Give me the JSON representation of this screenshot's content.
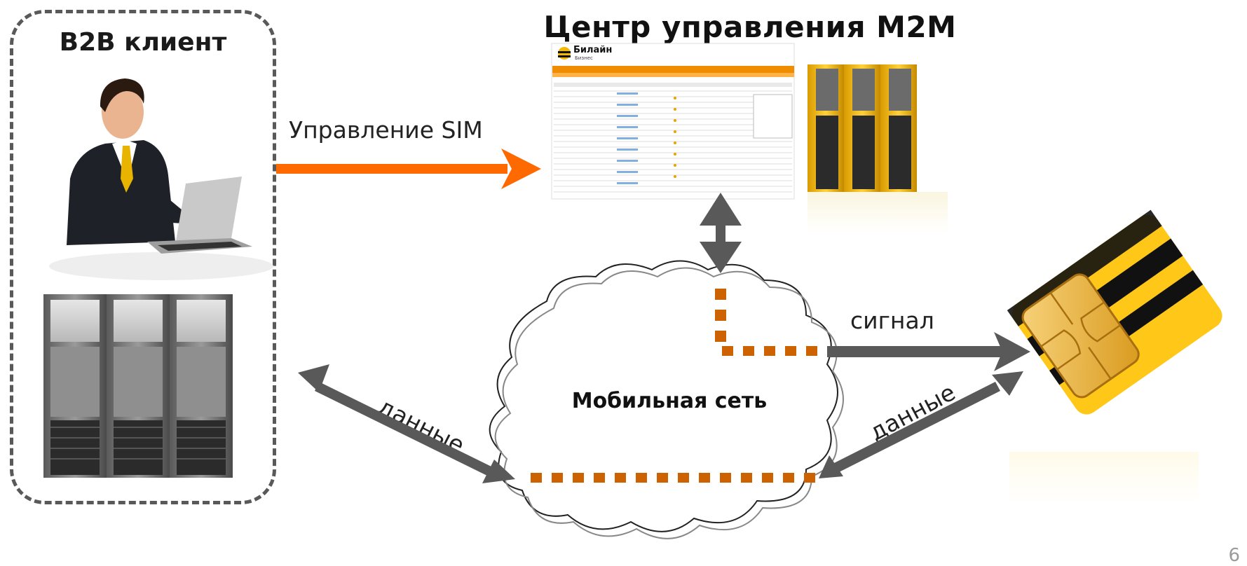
{
  "client": {
    "title": "B2B клиент"
  },
  "center": {
    "title": "Центр управления M2M",
    "portal_logo": "Билайн",
    "portal_logo_sub": "Бизнес"
  },
  "network": {
    "label": "Мобильная сеть"
  },
  "arrows": {
    "sim_management": "Управление SIM",
    "data_left": "данные",
    "signal": "сигнал",
    "data_right": "данные"
  },
  "slide_number": "6",
  "colors": {
    "orange_arrow": "#ff6a00",
    "dotted_path": "#cc6200",
    "gray_arrow": "#595959",
    "sim_yellow": "#ffc819",
    "server_yellow": "#f5b800"
  },
  "icons": [
    "businessman-laptop-icon",
    "server-rack-icon",
    "sim-card-icon",
    "cloud-icon"
  ]
}
